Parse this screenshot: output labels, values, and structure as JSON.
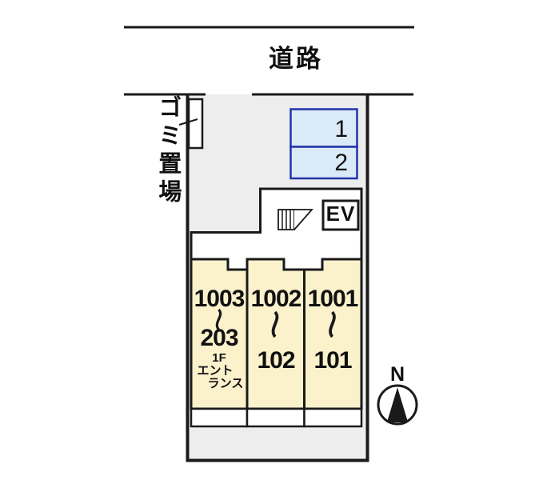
{
  "road": {
    "label": "道路"
  },
  "garbage_area": {
    "label": "ゴミ置場"
  },
  "parking": {
    "spots": [
      {
        "label": "1"
      },
      {
        "label": "2"
      }
    ]
  },
  "building": {
    "elevator_label": "EV",
    "units": [
      {
        "upper": "1003",
        "tilde": "〜",
        "lower": "203",
        "note_lines": [
          "1F",
          "エント",
          "ランス"
        ]
      },
      {
        "upper": "1002",
        "tilde": "〜",
        "lower": "102"
      },
      {
        "upper": "1001",
        "tilde": "〜",
        "lower": "101"
      }
    ]
  },
  "compass": {
    "north_label": "N"
  },
  "colors": {
    "line": "#1a1a1a",
    "site_fill": "#ededed",
    "unit_fill": "#fbf2cc",
    "parking_fill": "#daeaf7",
    "parking_border": "#2333ab",
    "white": "#ffffff"
  }
}
